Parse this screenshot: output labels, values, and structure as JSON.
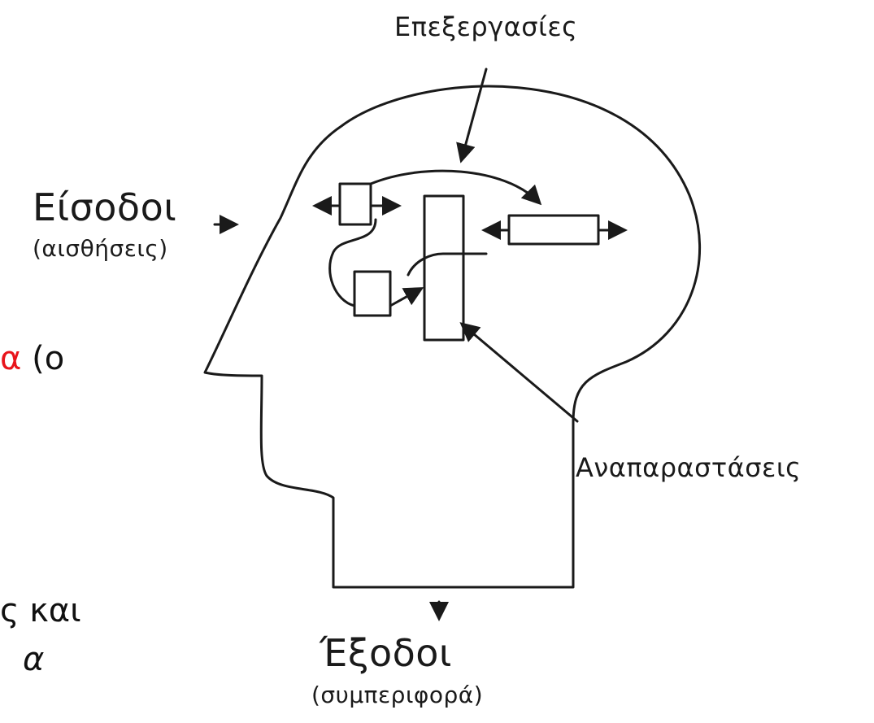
{
  "labels": {
    "processing": "Επεξεργασίες",
    "inputs": "Είσοδοι",
    "inputs_sub": "(αισθήσεις)",
    "representations": "Αναπαραστάσεις",
    "outputs": "Έξοδοι",
    "outputs_sub": "(συμπεριφορά)"
  },
  "fragments": {
    "red_char": "α",
    "paren": " (ο",
    "kai": "ς και",
    "alpha": "α"
  }
}
